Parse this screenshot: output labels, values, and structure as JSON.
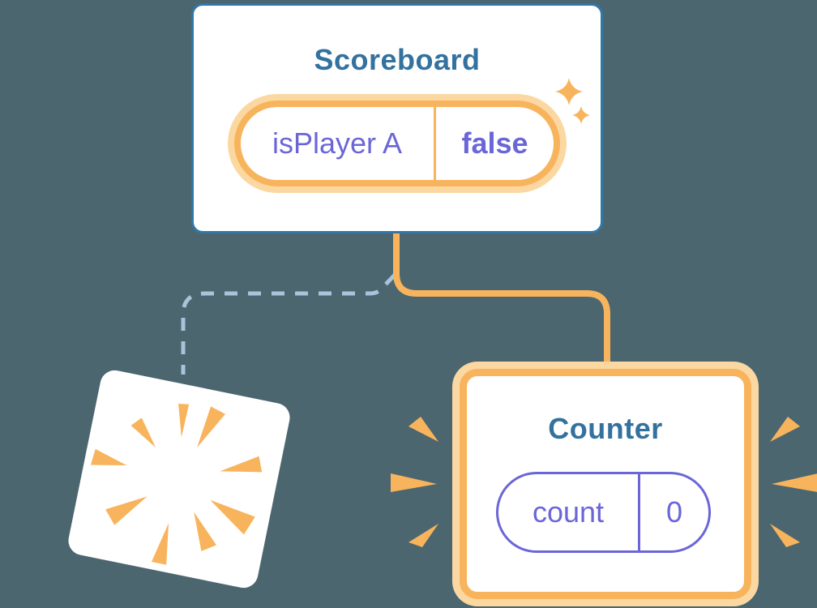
{
  "diagram": {
    "description": "component state diagram",
    "background_color": "#4c666f",
    "colors": {
      "box_border_blue": "#3277a8",
      "title_blue": "#33719f",
      "accent_orange": "#f8b45c",
      "halo_orange": "#fbd8a2",
      "state_purple": "#6b66d8",
      "dashed_connector_blue": "#a8c4da",
      "card_white": "#ffffff"
    }
  },
  "scoreboard": {
    "title": "Scoreboard",
    "state": {
      "key": "isPlayer A",
      "value": "false"
    }
  },
  "counter": {
    "title": "Counter",
    "state": {
      "key": "count",
      "value": "0"
    }
  }
}
